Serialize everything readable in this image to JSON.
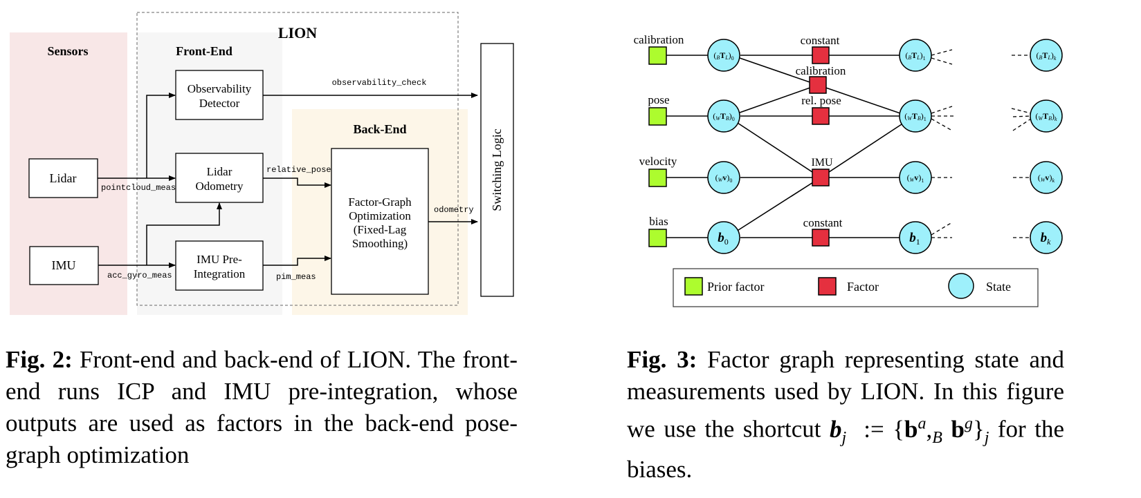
{
  "fig2": {
    "title": "LION",
    "sections": {
      "sensors": "Sensors",
      "frontend": "Front-End",
      "backend": "Back-End"
    },
    "blocks": {
      "lidar": "Lidar",
      "imu": "IMU",
      "observability": [
        "Observability",
        "Detector"
      ],
      "lidar_odometry": [
        "Lidar",
        "Odometry"
      ],
      "imu_preint": [
        "IMU Pre-",
        "Integration"
      ],
      "fgo": [
        "Factor-Graph",
        "Optimization",
        "(Fixed-Lag",
        "Smoothing)"
      ],
      "switching": "Switching Logic"
    },
    "signals": {
      "observability_check": "observability_check",
      "pointcloud_meas": "pointcloud_meas",
      "relative_pose": "relative_pose",
      "acc_gyro_meas": "acc_gyro_meas",
      "pim_meas": "pim_meas",
      "odometry": "odometry"
    },
    "caption": {
      "label": "Fig. 2:",
      "text": "Front-end and back-end of LION. The front-end runs ICP and IMU pre-integration, whose outputs are used as factors in the back-end pose-graph optimization"
    }
  },
  "fig3": {
    "row_labels": {
      "calibration": "calibration",
      "pose": "pose",
      "velocity": "velocity",
      "bias": "bias"
    },
    "factor_labels": {
      "constant_top": "constant",
      "calibration": "calibration",
      "rel_pose": "rel. pose",
      "imu": "IMU",
      "constant_bottom": "constant"
    },
    "states": {
      "calib": [
        "(BTL)0",
        "(BTL)1",
        "(BTL)k"
      ],
      "pose": [
        "(WTB)0",
        "(WTB)1",
        "(WTB)k"
      ],
      "vel": [
        "(Wv)0",
        "(Wv)1",
        "(Wv)k"
      ],
      "bias": [
        "b0",
        "b1",
        "bk"
      ]
    },
    "legend": {
      "prior": "Prior factor",
      "factor": "Factor",
      "state": "State"
    },
    "colors": {
      "prior": "#adfc2e",
      "factor": "#e5303f",
      "state": "#9ef0fb",
      "sensors_bg": "#f8e7e7",
      "frontend_bg": "#f6f6f6",
      "backend_bg": "#fdf6e8"
    },
    "caption": {
      "label": "Fig. 3:",
      "text1": "Factor graph representing state and measurements used by LION. In this figure we use the shortcut",
      "def": ":= {b^a, _B b^g}_j",
      "text2": "for the biases."
    }
  }
}
